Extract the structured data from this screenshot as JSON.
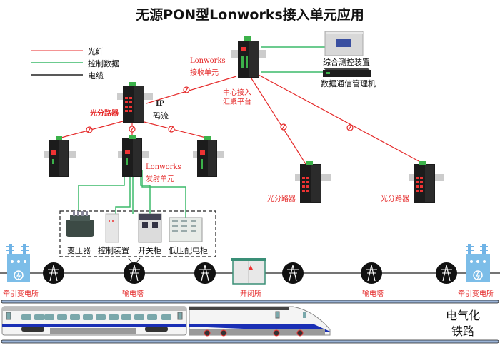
{
  "title": "无源PON型Lonworks接入单元应用",
  "legend": [
    {
      "label": "光纤",
      "color": "#f07070"
    },
    {
      "label": "控制数据",
      "color": "#3cba6a"
    },
    {
      "label": "电缆",
      "color": "#222222"
    }
  ],
  "nodes": {
    "central": {
      "line1": "Lonworks",
      "line2": "接收单元",
      "platform1": "中心接入",
      "platform2": "汇聚平台"
    },
    "monitor": "综合测控装置",
    "data_manager": "数据通信管理机",
    "splitter_top": "光分路器",
    "ip_stream1": "IP",
    "ip_stream2": "码流",
    "transmitter1": "Lonworks",
    "transmitter2": "发射单元",
    "splitter_mid": "光分路器",
    "splitter_right": "光分路器"
  },
  "equipment": [
    "变压器",
    "控制装置",
    "开关柜",
    "低压配电柜"
  ],
  "power_line": {
    "substation_left": "牵引变电所",
    "tower_1": "输电塔",
    "switch_station": "开闭所",
    "tower_2": "输电塔",
    "substation_right": "牵引变电所"
  },
  "railway": {
    "line1": "电气化",
    "line2": "铁路"
  },
  "colors": {
    "fiber": "#e52a2a",
    "control": "#3cba6a",
    "cable": "#222222",
    "label_red": "#e52a2a"
  }
}
